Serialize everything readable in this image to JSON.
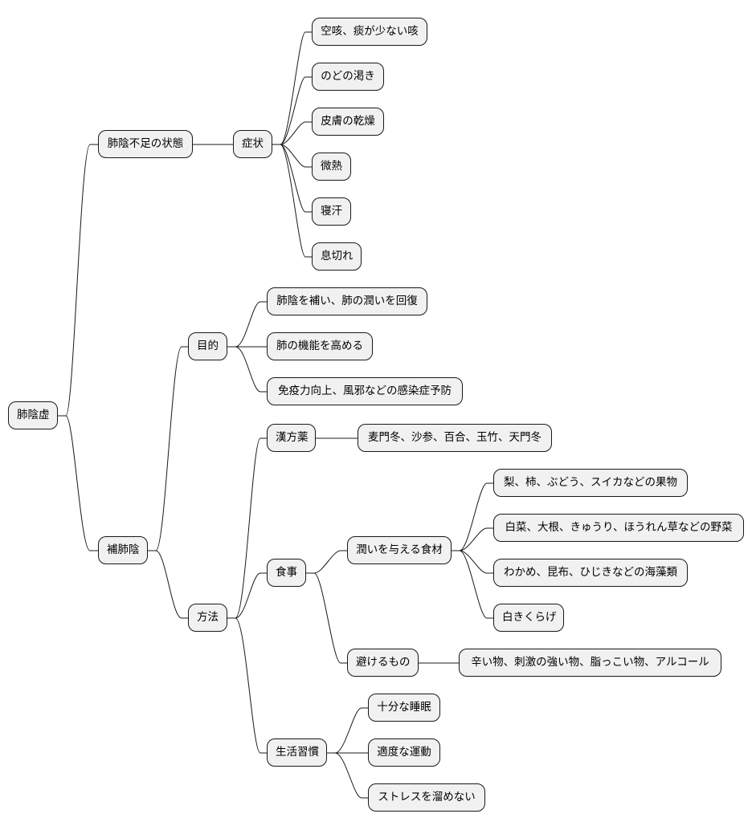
{
  "colors": {
    "node_fill": "#f1f1f1",
    "node_border": "#181818",
    "edge": "#181818",
    "text": "#000000",
    "background": "#ffffff"
  },
  "mindmap": {
    "root": "肺陰虚",
    "state": {
      "label": "肺陰不足の状態",
      "symptoms": {
        "label": "症状",
        "items": [
          "空咳、痰が少ない咳",
          "のどの渇き",
          "皮膚の乾燥",
          "微熱",
          "寝汗",
          "息切れ"
        ]
      }
    },
    "tonify": {
      "label": "補肺陰",
      "purpose": {
        "label": "目的",
        "items": [
          "肺陰を補い、肺の潤いを回復",
          "肺の機能を高める",
          "免疫力向上、風邪などの感染症予防"
        ]
      },
      "method": {
        "label": "方法",
        "herbal": {
          "label": "漢方薬",
          "detail": "麦門冬、沙参、百合、玉竹、天門冬"
        },
        "diet": {
          "label": "食事",
          "moist_foods": {
            "label": "潤いを与える食材",
            "items": [
              "梨、柿、ぶどう、スイカなどの果物",
              "白菜、大根、きゅうり、ほうれん草などの野菜",
              "わかめ、昆布、ひじきなどの海藻類",
              "白きくらげ"
            ]
          },
          "avoid": {
            "label": "避けるもの",
            "detail": "辛い物、刺激の強い物、脂っこい物、アルコール"
          }
        },
        "lifestyle": {
          "label": "生活習慣",
          "items": [
            "十分な睡眠",
            "適度な運動",
            "ストレスを溜めない"
          ]
        }
      }
    }
  }
}
